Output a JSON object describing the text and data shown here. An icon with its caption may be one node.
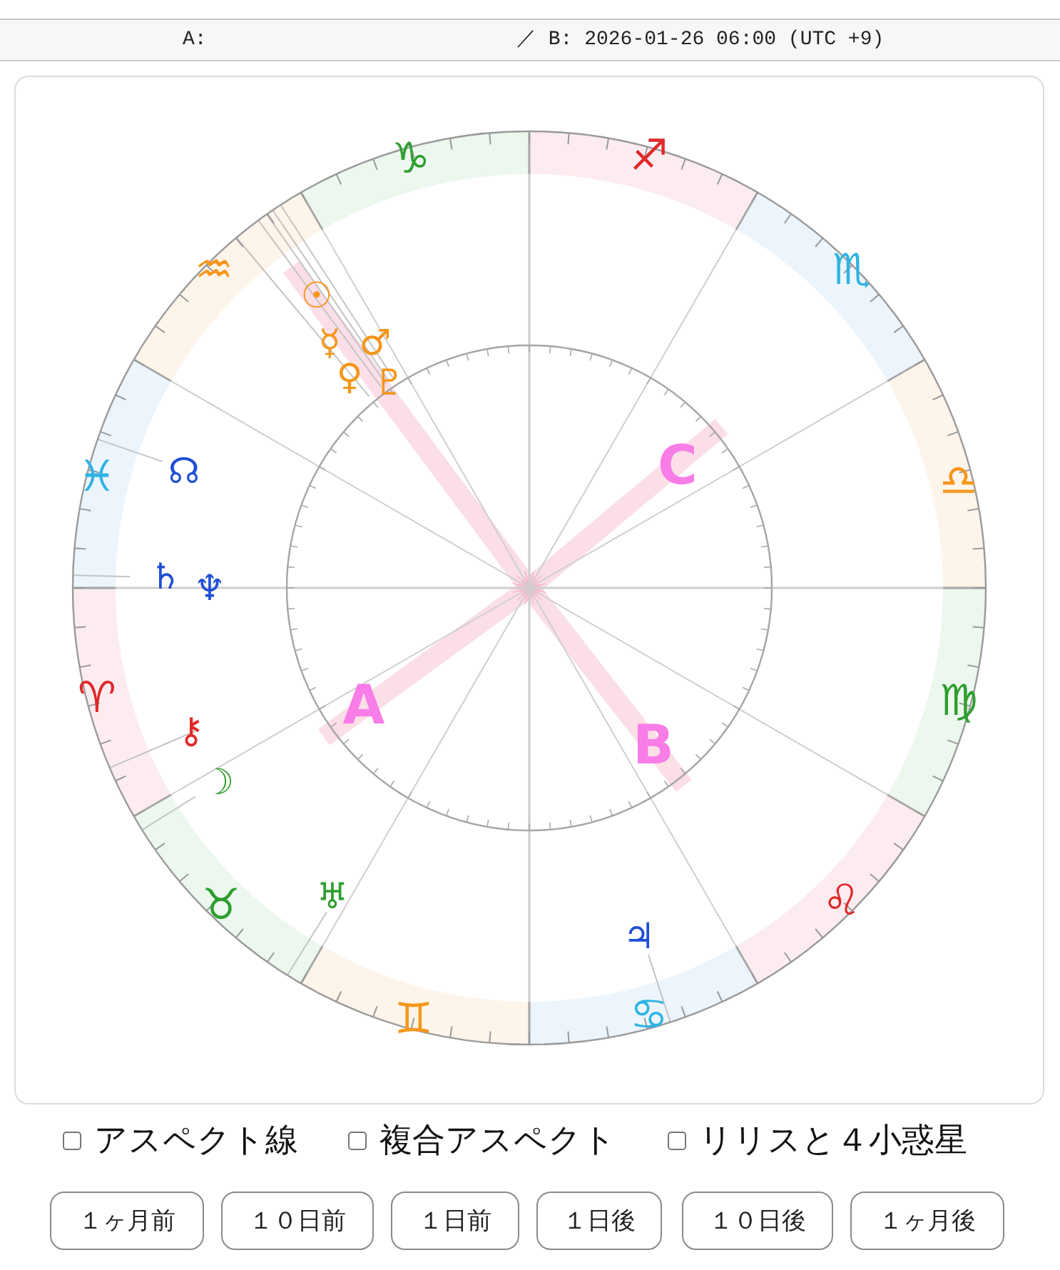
{
  "diagram": {
    "nodes": [
      {
        "text": [
          "A:",
          "／ B: 2026-01-26 06:00 (UTC +9)"
        ]
      },
      {
        "text": [
          "１ヶ月前"
        ]
      },
      {
        "text": [
          "１０日前"
        ]
      },
      {
        "text": [
          "１日前"
        ]
      },
      {
        "text": [
          "１日後"
        ]
      },
      {
        "text": [
          "１０日後"
        ]
      },
      {
        "text": [
          "１ヶ月後"
        ]
      }
    ],
    "labels": [
      "♑",
      "♐",
      "♒",
      "♏",
      "☉",
      "☿",
      "♂",
      "♀",
      "♇",
      "☊",
      "♓",
      "C",
      "♎",
      "♄",
      "♆",
      "♈",
      "♍",
      "A",
      "⚷",
      "B",
      "☽",
      "♅",
      "♌",
      "♉",
      "♃",
      "♊",
      "♋",
      "アスペクト線",
      "複合アスペクト",
      "リリスと４小惑星"
    ]
  }
}
